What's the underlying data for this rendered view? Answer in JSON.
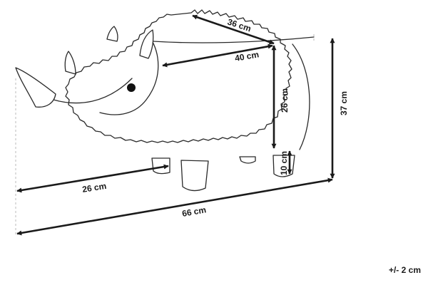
{
  "dimensions": {
    "top_depth": "36 cm",
    "body_length": "40 cm",
    "body_height": "26 cm",
    "total_height": "37 cm",
    "leg_height": "10 cm",
    "head_length": "26 cm",
    "total_length": "66 cm"
  },
  "tolerance": "+/- 2 cm",
  "colors": {
    "outline": "#2a2a2a",
    "arrow": "#1a1a1a",
    "guide": "#bbbbbb"
  }
}
